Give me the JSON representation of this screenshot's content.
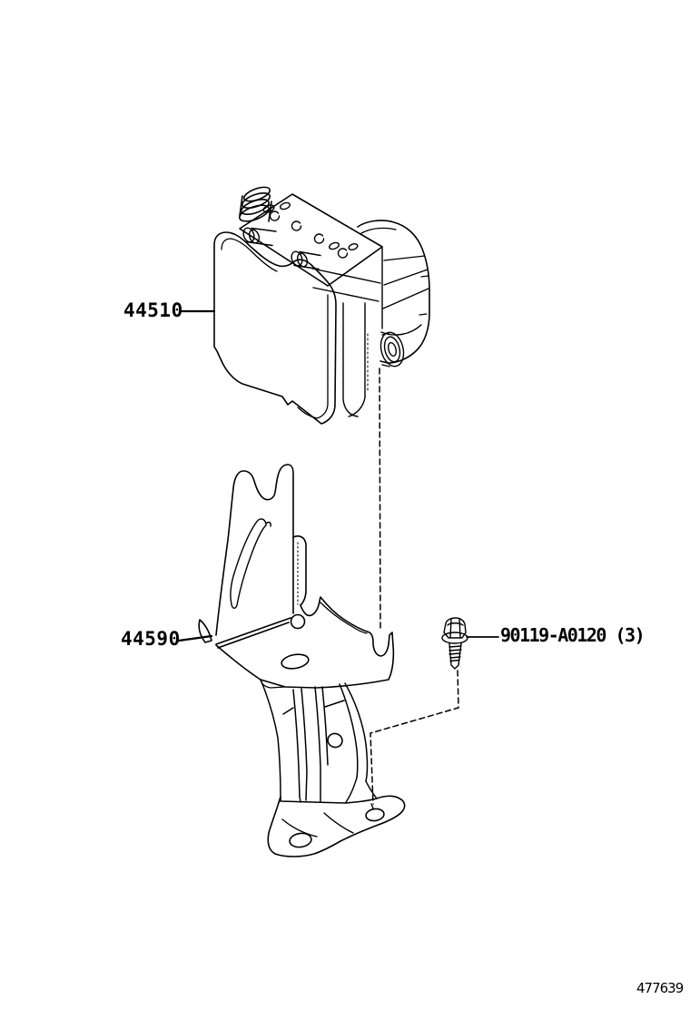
{
  "colors": {
    "background": "#ffffff",
    "line": "#000000"
  },
  "callouts": {
    "actuator": "44510",
    "bracket": "44590",
    "bolt": "90119-A0120 (3)"
  },
  "figure_number": "477639"
}
